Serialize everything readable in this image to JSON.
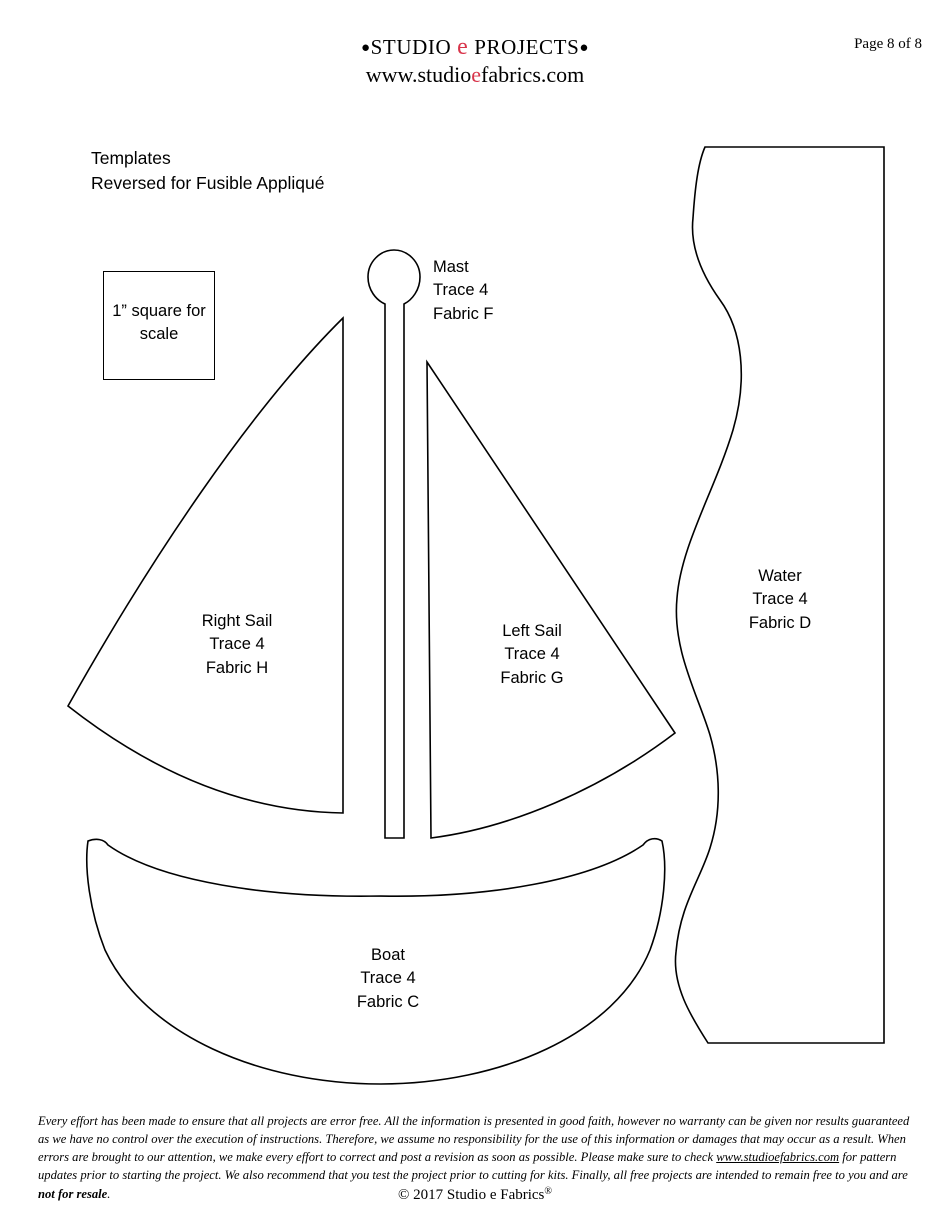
{
  "header": {
    "brand_pre_bullet": "●",
    "brand_word1": "STUDIO",
    "brand_e": "e",
    "brand_word2": "PROJECTS",
    "brand_post_bullet": "●",
    "website_part1": "www.studio",
    "website_e": "e",
    "website_part2": "fabrics.com",
    "page_number": "Page 8 of 8"
  },
  "templates_caption": {
    "line1": "Templates",
    "line2": "Reversed for Fusible Appliqué"
  },
  "scale_box": {
    "line1": "1” square",
    "line2": "for scale"
  },
  "pieces": [
    {
      "id": "mast",
      "name": "Mast",
      "trace": "Trace 4",
      "fabric": "Fabric F"
    },
    {
      "id": "right-sail",
      "name": "Right Sail",
      "trace": "Trace 4",
      "fabric": "Fabric H"
    },
    {
      "id": "left-sail",
      "name": "Left Sail",
      "trace": "Trace 4",
      "fabric": "Fabric G"
    },
    {
      "id": "boat",
      "name": "Boat",
      "trace": "Trace 4",
      "fabric": "Fabric C"
    },
    {
      "id": "water",
      "name": "Water",
      "trace": "Trace 4",
      "fabric": "Fabric D"
    }
  ],
  "footer": {
    "disclaimer_a": "Every effort has been made to ensure that all projects are error free.  All the information is presented in good faith, however no warranty can be given nor results guaranteed as we have no control over the execution of instructions.  Therefore, we assume no responsibility for the use of this information or damages that may occur as a result.  When errors are brought to our attention, we make every effort to correct and post a revision as soon as possible.  Please make sure to check ",
    "disclaimer_link": "www.studioefabrics.com",
    "disclaimer_b": " for pattern updates prior to starting the project.  We also recommend that you test the project prior to cutting for kits.  Finally, all free projects are intended to remain free to you and are ",
    "disclaimer_bold": "not for resale",
    "disclaimer_c": ".",
    "copyright": "© 2017 Studio e Fabrics",
    "copyright_reg": "®"
  },
  "colors": {
    "ink": "#000000",
    "accent_red": "#d8344a",
    "paper": "#ffffff"
  }
}
